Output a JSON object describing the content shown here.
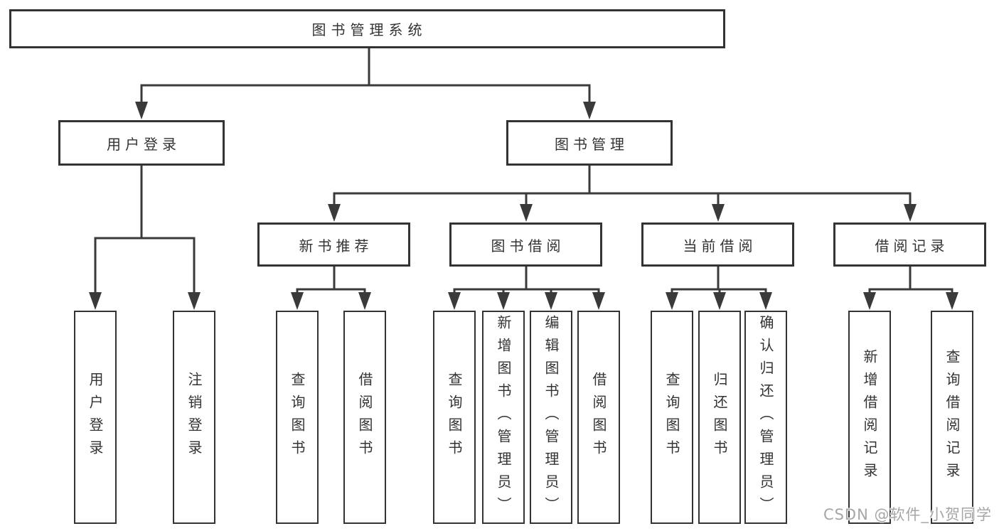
{
  "diagram": {
    "root": {
      "label": "图书管理系统"
    },
    "level2": [
      {
        "label": "用户登录",
        "parent": "图书管理系统"
      },
      {
        "label": "图书管理",
        "parent": "图书管理系统"
      }
    ],
    "level3": [
      {
        "label": "新书推荐",
        "parent": "图书管理"
      },
      {
        "label": "图书借阅",
        "parent": "图书管理"
      },
      {
        "label": "当前借阅",
        "parent": "图书管理"
      },
      {
        "label": "借阅记录",
        "parent": "图书管理"
      }
    ],
    "leaves": [
      {
        "label": "用户登录",
        "parent": "用户登录"
      },
      {
        "label": "注销登录",
        "parent": "用户登录"
      },
      {
        "label": "查询图书",
        "parent": "新书推荐"
      },
      {
        "label": "借阅图书",
        "parent": "新书推荐"
      },
      {
        "label": "查询图书",
        "parent": "图书借阅"
      },
      {
        "label": "新增图书（管理员）",
        "parent": "图书借阅"
      },
      {
        "label": "编辑图书（管理员）",
        "parent": "图书借阅"
      },
      {
        "label": "借阅图书",
        "parent": "图书借阅"
      },
      {
        "label": "查询图书",
        "parent": "当前借阅"
      },
      {
        "label": "归还图书",
        "parent": "当前借阅"
      },
      {
        "label": "确认归还（管理员）",
        "parent": "当前借阅"
      },
      {
        "label": "新增借阅记录",
        "parent": "借阅记录"
      },
      {
        "label": "查询借阅记录",
        "parent": "借阅记录"
      }
    ]
  },
  "watermark": {
    "text": "CSDN @软件_小贺同学"
  },
  "colors": {
    "line": "#3a3a3a",
    "box_border": "#333333",
    "text": "#333333",
    "watermark": "#a6a6a6",
    "background": "#ffffff"
  }
}
